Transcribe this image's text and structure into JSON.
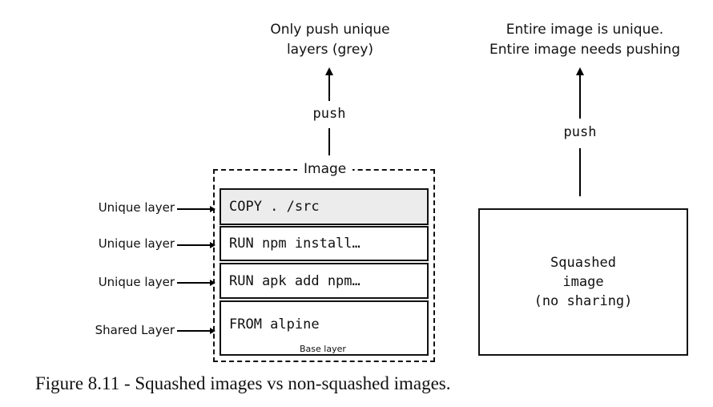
{
  "left": {
    "top_caption": "Only push unique\nlayers (grey)",
    "push_label": "push",
    "image_label": "Image",
    "layers": [
      {
        "side_label": "Unique layer",
        "command": "COPY . /src",
        "grey": true
      },
      {
        "side_label": "Unique layer",
        "command": "RUN npm install…",
        "grey": false
      },
      {
        "side_label": "Unique layer",
        "command": "RUN apk add npm…",
        "grey": false
      },
      {
        "side_label": "Shared Layer",
        "command": "FROM alpine",
        "grey": false,
        "note": "Base layer"
      }
    ]
  },
  "right": {
    "top_caption": "Entire image is unique.\nEntire image needs pushing",
    "push_label": "push",
    "box_text": "Squashed\nimage\n(no sharing)"
  },
  "figure_caption": "Figure 8.11 - Squashed images vs non-squashed images."
}
